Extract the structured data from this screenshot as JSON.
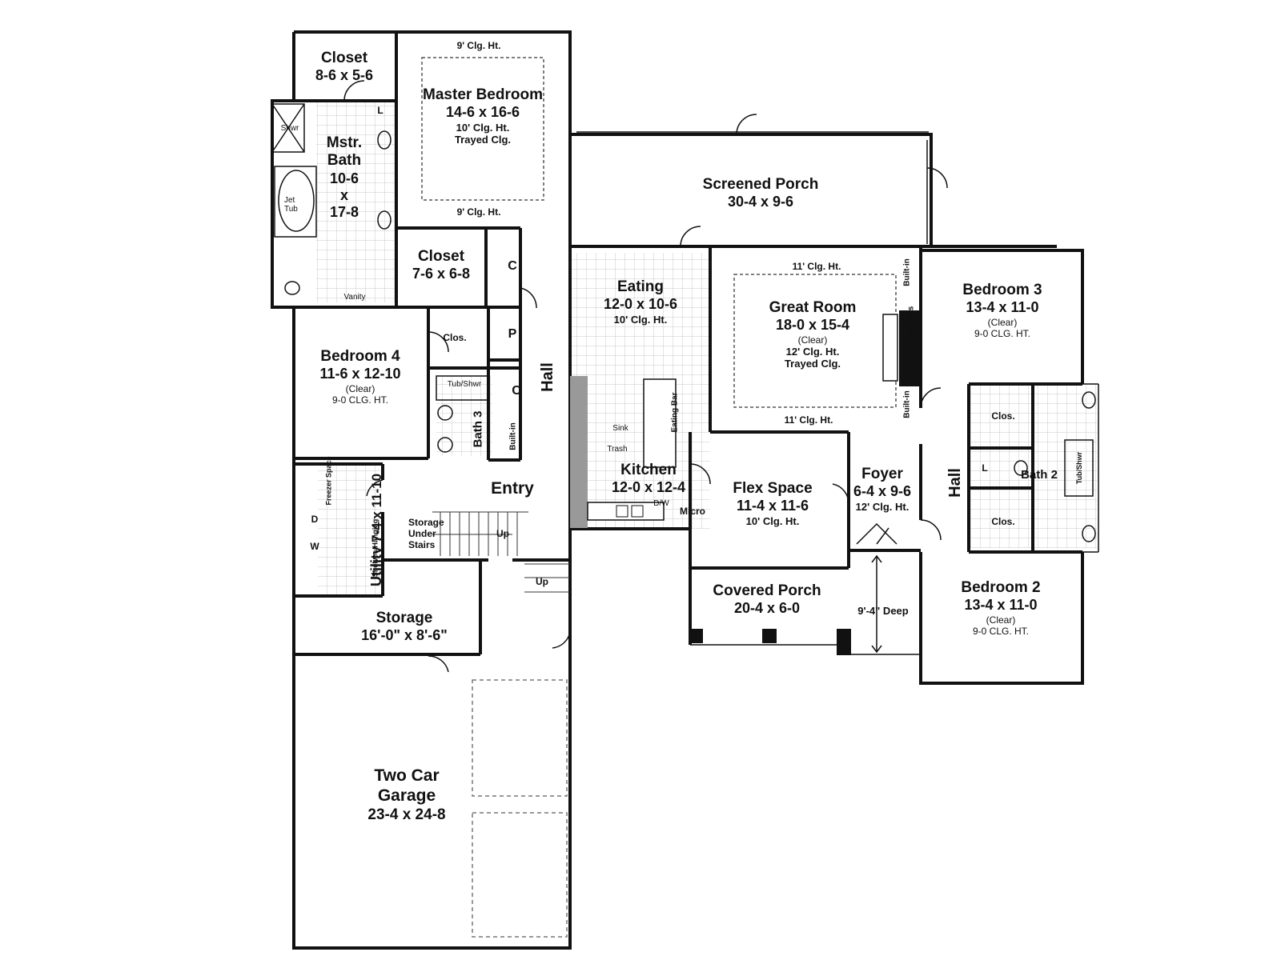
{
  "rooms": {
    "closet_master": {
      "name": "Closet",
      "dims": "8-6 x 5-6"
    },
    "master_bedroom": {
      "name": "Master Bedroom",
      "dims": "14-6 x 16-6",
      "note1": "10' Clg. Ht.",
      "note2": "Trayed Clg."
    },
    "mstr_bath": {
      "name1": "Mstr.",
      "name2": "Bath",
      "dims1": "10-6",
      "dims2": "x",
      "dims3": "17-8"
    },
    "closet_2": {
      "name": "Closet",
      "dims": "7-6 x 6-8"
    },
    "screened_porch": {
      "name": "Screened Porch",
      "dims": "30-4 x 9-6"
    },
    "eating": {
      "name": "Eating",
      "dims": "12-0 x 10-6",
      "note": "10' Clg. Ht."
    },
    "great_room": {
      "name": "Great Room",
      "dims": "18-0 x 15-4",
      "clear": "(Clear)",
      "note1": "12' Clg. Ht.",
      "note2": "Trayed Clg."
    },
    "bedroom3": {
      "name": "Bedroom 3",
      "dims": "13-4 x 11-0",
      "clear": "(Clear)",
      "note": "9-0 CLG. HT."
    },
    "bedroom4": {
      "name": "Bedroom 4",
      "dims": "11-6 x 12-10",
      "clear": "(Clear)",
      "note": "9-0 CLG. HT."
    },
    "bath3": {
      "name": "Bath 3"
    },
    "kitchen": {
      "name": "Kitchen",
      "dims": "12-0 x 12-4"
    },
    "flex": {
      "name": "Flex Space",
      "dims": "11-4 x 11-6",
      "note": "10' Clg. Ht."
    },
    "foyer": {
      "name": "Foyer",
      "dims": "6-4 x 9-6",
      "note": "12' Clg. Ht."
    },
    "bath2": {
      "name": "Bath 2"
    },
    "bedroom2": {
      "name": "Bedroom 2",
      "dims": "13-4 x 11-0",
      "clear": "(Clear)",
      "note": "9-0 CLG. HT."
    },
    "entry": {
      "name": "Entry"
    },
    "utility": {
      "name": "Utility",
      "dims": "7-4 x 11-10"
    },
    "storage": {
      "name": "Storage",
      "dims": "16'-0\" x 8'-6\""
    },
    "covered_porch": {
      "name": "Covered Porch",
      "dims": "20-4 x 6-0"
    },
    "garage": {
      "name1": "Two Car",
      "name2": "Garage",
      "dims": "23-4 x 24-8"
    }
  },
  "labels": {
    "clg9_top": "9' Clg. Ht.",
    "clg9_bottom": "9' Clg. Ht.",
    "clg11_top": "11' Clg. Ht.",
    "clg11_bottom": "11' Clg. Ht.",
    "hall_left": "Hall",
    "hall_right": "Hall",
    "closet_c1": "C",
    "closet_c2": "C",
    "pantry": "P",
    "clos_b4": "Clos.",
    "clos_b3": "Clos.",
    "clos_b2": "Clos.",
    "tub_shwr_b3": "Tub/Shwr",
    "tub_shwr_b2": "Tub/Shwr",
    "builtin_hall": "Built-in",
    "builtin_top": "Built-in",
    "builtin_bottom": "Built-in",
    "gas_logs": "Gas Logs",
    "sink": "Sink",
    "trash": "Trash",
    "eating_bar": "Eating Bar",
    "dw": "D/W",
    "micro": "Micro",
    "vanity": "Vanity",
    "shwr": "Shwr",
    "jet_tub": "Jet Tub",
    "linen_b2": "L",
    "linen_mb": "L",
    "freezer": "Freezer Space",
    "shelves": "Shelves/Hanging",
    "dryer": "D",
    "washer": "W",
    "storage_under": "Storage Under Stairs",
    "up1": "Up",
    "up2": "Up",
    "porch_depth": "9'-4\" Deep"
  }
}
